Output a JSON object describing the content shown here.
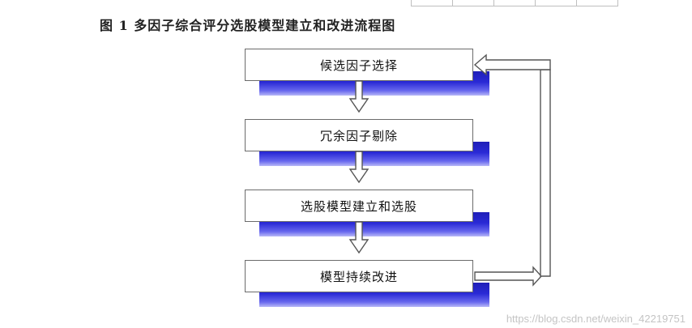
{
  "caption": "图 1  多因子综合评分选股模型建立和改进流程图",
  "steps": [
    {
      "label": "候选因子选择"
    },
    {
      "label": "冗余因子剔除"
    },
    {
      "label": "选股模型建立和选股"
    },
    {
      "label": "模型持续改进"
    }
  ],
  "watermark": "https://blog.csdn.net/weixin_42219751",
  "colors": {
    "shadow_dark": "#1f1fb8",
    "shadow_light": "#b8b8f7",
    "box_border": "#6b6b6b",
    "arrow_stroke": "#555555"
  }
}
